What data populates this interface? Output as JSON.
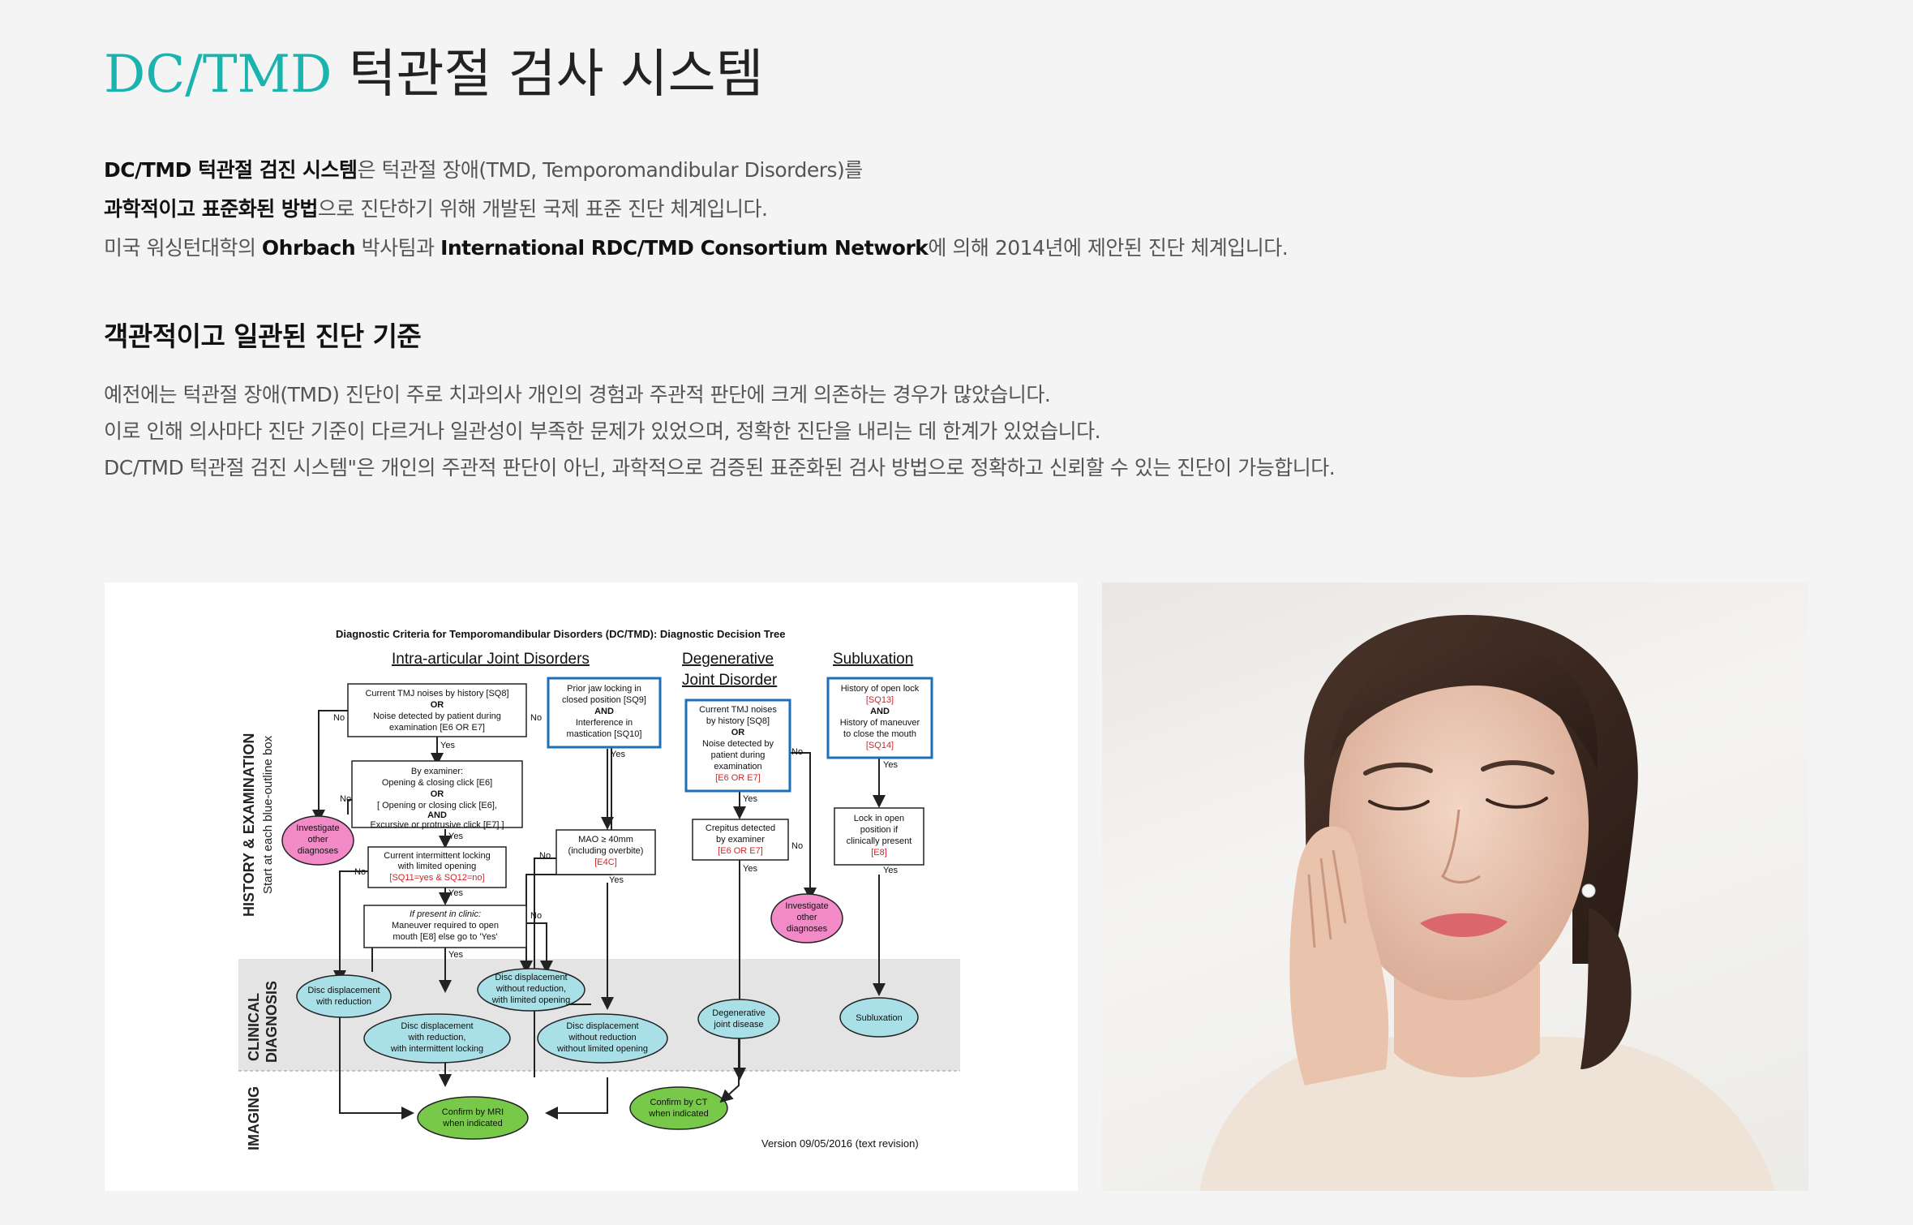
{
  "header": {
    "title_accent": "DC/TMD",
    "title_rest": "턱관절 검사 시스템"
  },
  "intro": {
    "line1_bold": "DC/TMD 턱관절 검진 시스템",
    "line1_rest": "은 턱관절 장애(TMD, Temporomandibular Disorders)를",
    "line2_bold": "과학적이고 표준화된 방법",
    "line2_rest": "으로 진단하기 위해 개발된 국제 표준 진단 체계입니다.",
    "line3_a": "미국 워싱턴대학의 ",
    "line3_b": "Ohrbach",
    "line3_c": " 박사팀과 ",
    "line3_d": "International RDC/TMD Consortium Network",
    "line3_e": "에 의해 2014년에 제안된 진단 체계입니다."
  },
  "section": {
    "heading": "객관적이고 일관된 진단 기준",
    "lines": [
      "예전에는 턱관절 장애(TMD) 진단이 주로 치과의사 개인의 경험과 주관적 판단에 크게 의존하는 경우가 많았습니다.",
      "이로 인해 의사마다 진단 기준이 다르거나 일관성이 부족한 문제가 있었으며, 정확한 진단을 내리는 데 한계가 있었습니다.",
      "DC/TMD 턱관절 검진 시스템\"은 개인의 주관적 판단이 아닌, 과학적으로 검증된 표준화된 검사 방법으로 정확하고 신뢰할 수 있는 진단이 가능합니다."
    ]
  },
  "diagram": {
    "title": "Diagnostic Criteria for Temporomandibular Disorders (DC/TMD): Diagnostic Decision Tree",
    "col_intra": "Intra-articular Joint Disorders",
    "col_degen_1": "Degenerative",
    "col_degen_2": "Joint Disorder",
    "col_sub": "Subluxation",
    "side_history_1": "HISTORY & EXAMINATION",
    "side_history_2": "Start at each blue-outline box",
    "side_clinical_1": "CLINICAL",
    "side_clinical_2": "DIAGNOSIS",
    "side_imaging": "IMAGING",
    "box_noises": [
      "Current TMJ noises by history [SQ8]",
      "OR",
      "Noise detected by patient during",
      "examination [E6 OR E7]"
    ],
    "box_locking": [
      "Prior jaw locking in",
      "closed position [SQ9]",
      "AND",
      "Interference in",
      "mastication [SQ10]"
    ],
    "box_examiner": [
      "By examiner:",
      "Opening & closing click [E6]",
      "OR",
      "[ Opening or closing click [E6],",
      "AND",
      "Excursive or protrusive click [E7] ]"
    ],
    "box_intermittent": [
      "Current intermittent locking",
      "with limited opening",
      "[SQ11=yes & SQ12=no]"
    ],
    "box_inclinic": [
      "If present in clinic:",
      "Maneuver required to open",
      "mouth [E8] else go to 'Yes'"
    ],
    "box_mao": [
      "MAO ≥ 40mm",
      "(including overbite)",
      "[E4C]"
    ],
    "box_crepitus_hist": [
      "Current TMJ noises",
      "by history [SQ8]",
      "OR",
      "Noise detected by",
      "patient during",
      "examination",
      "[E6 OR E7]"
    ],
    "box_crepitus_exam": [
      "Crepitus detected",
      "by examiner",
      "[E6 OR E7]"
    ],
    "box_openlock": [
      "History of open lock",
      "[SQ13]",
      "AND",
      "History of maneuver",
      "to close the mouth",
      "[SQ14]"
    ],
    "box_lockopen": [
      "Lock in open",
      "position if",
      "clinically present",
      "[E8]"
    ],
    "investigate_1": [
      "Investigate",
      "other",
      "diagnoses"
    ],
    "investigate_2": [
      "Investigate",
      "other",
      "diagnoses"
    ],
    "dx_with_reduction": [
      "Disc displacement",
      "with reduction"
    ],
    "dx_without_reduction_limited": [
      "Disc displacement",
      "without reduction,",
      "with limited opening"
    ],
    "dx_intermittent": [
      "Disc displacement",
      "with reduction,",
      "with intermittent locking"
    ],
    "dx_without_reduction_no_limit": [
      "Disc displacement",
      "without reduction",
      "without limited opening"
    ],
    "dx_degenerative": [
      "Degenerative",
      "joint disease"
    ],
    "dx_subluxation": [
      "Subluxation"
    ],
    "imaging_mri": [
      "Confirm by MRI",
      "when indicated"
    ],
    "imaging_ct": [
      "Confirm by CT",
      "when indicated"
    ],
    "yes": "Yes",
    "no": "No",
    "version": "Version 09/05/2016 (text revision)"
  },
  "photo": {
    "subject": "woman holding jaw in pain"
  },
  "colors": {
    "accent": "#1bb3ae",
    "box_blue": "#1d6fb8",
    "diagnosis_teal": "#a9dfe6",
    "investigate_pink": "#f28ac7",
    "imaging_green": "#78c84a",
    "reference_red": "#d0262a"
  }
}
